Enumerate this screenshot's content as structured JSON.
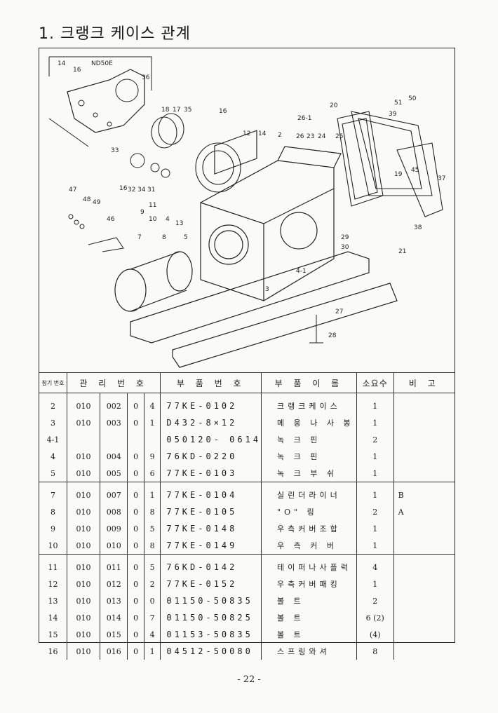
{
  "page_title": "1. 크랭크 케이스 관계",
  "diagram": {
    "inset_label": "ND50E",
    "callouts": [
      "14",
      "16",
      "36",
      "18",
      "17",
      "35",
      "16",
      "12",
      "14",
      "2",
      "26-1",
      "26",
      "23",
      "24",
      "20",
      "51",
      "50",
      "39",
      "33",
      "16",
      "32",
      "34",
      "31",
      "11",
      "9",
      "10",
      "4",
      "13",
      "47",
      "48",
      "49",
      "46",
      "7",
      "8",
      "5",
      "29",
      "30",
      "3",
      "4-1",
      "27",
      "28",
      "19",
      "45",
      "37",
      "38",
      "21",
      "25"
    ]
  },
  "table": {
    "headers": {
      "no": "참기\n번호",
      "mgmt": "관 리 번 호",
      "part_no": "부 품 번 호",
      "part_name": "부 품 이 름",
      "qty": "소요수",
      "remark": "비 고"
    },
    "rows": [
      {
        "no": "2",
        "m1": "010",
        "m2": "002",
        "m3": "0",
        "m4": "4",
        "part_no": "77KE-0102",
        "name": "크랭크케이스",
        "qty": "1",
        "remark": ""
      },
      {
        "no": "3",
        "m1": "010",
        "m2": "003",
        "m3": "0",
        "m4": "1",
        "part_no": "D432-8×12",
        "name": "메 웅 나 사 봉",
        "qty": "1",
        "remark": ""
      },
      {
        "no": "4-1",
        "m1": "",
        "m2": "",
        "m3": "",
        "m4": "",
        "part_no": "050120- 0614",
        "name": "녹 크 핀",
        "qty": "2",
        "remark": ""
      },
      {
        "no": "4",
        "m1": "010",
        "m2": "004",
        "m3": "0",
        "m4": "9",
        "part_no": "76KD-0220",
        "name": "녹 크 핀",
        "qty": "1",
        "remark": ""
      },
      {
        "no": "5",
        "m1": "010",
        "m2": "005",
        "m3": "0",
        "m4": "6",
        "part_no": "77KE-0103",
        "name": "녹 크 부 쉬",
        "qty": "1",
        "remark": ""
      },
      {
        "no": "7",
        "m1": "010",
        "m2": "007",
        "m3": "0",
        "m4": "1",
        "part_no": "77KE-0104",
        "name": "실린더라이너",
        "qty": "1",
        "remark": "B"
      },
      {
        "no": "8",
        "m1": "010",
        "m2": "008",
        "m3": "0",
        "m4": "8",
        "part_no": "77KE-0105",
        "name": "\"O\" 링",
        "qty": "2",
        "remark": "A"
      },
      {
        "no": "9",
        "m1": "010",
        "m2": "009",
        "m3": "0",
        "m4": "5",
        "part_no": "77KE-0148",
        "name": "우측커버조합",
        "qty": "1",
        "remark": ""
      },
      {
        "no": "10",
        "m1": "010",
        "m2": "010",
        "m3": "0",
        "m4": "8",
        "part_no": "77KE-0149",
        "name": "우 측 커 버",
        "qty": "1",
        "remark": ""
      },
      {
        "no": "11",
        "m1": "010",
        "m2": "011",
        "m3": "0",
        "m4": "5",
        "part_no": "76KD-0142",
        "name": "테이퍼나사플럭",
        "qty": "4",
        "remark": ""
      },
      {
        "no": "12",
        "m1": "010",
        "m2": "012",
        "m3": "0",
        "m4": "2",
        "part_no": "77KE-0152",
        "name": "우측커버패킹",
        "qty": "1",
        "remark": ""
      },
      {
        "no": "13",
        "m1": "010",
        "m2": "013",
        "m3": "0",
        "m4": "0",
        "part_no": "01150-50835",
        "name": "볼 트",
        "qty": "2",
        "remark": ""
      },
      {
        "no": "14",
        "m1": "010",
        "m2": "014",
        "m3": "0",
        "m4": "7",
        "part_no": "01150-50825",
        "name": "볼 트",
        "qty": "6 (2)",
        "remark": ""
      },
      {
        "no": "15",
        "m1": "010",
        "m2": "015",
        "m3": "0",
        "m4": "4",
        "part_no": "01153-50835",
        "name": "볼 트",
        "qty": "(4)",
        "remark": ""
      },
      {
        "no": "16",
        "m1": "010",
        "m2": "016",
        "m3": "0",
        "m4": "1",
        "part_no": "04512-50080",
        "name": "스프링와셔",
        "qty": "8",
        "remark": ""
      }
    ]
  },
  "page_number": "- 22 -"
}
